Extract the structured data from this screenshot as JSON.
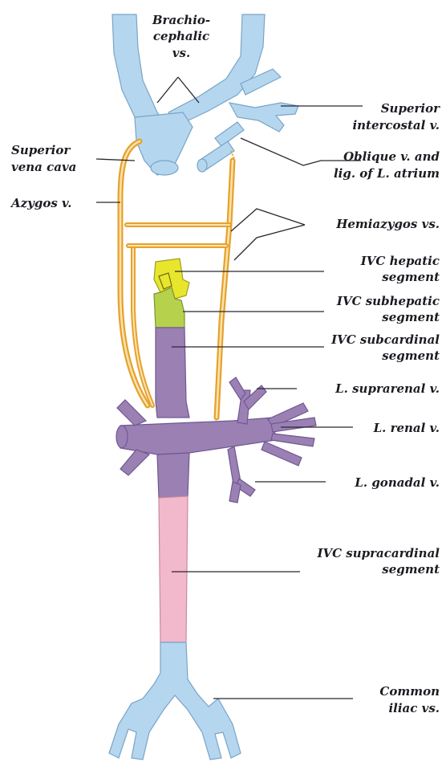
{
  "labels": {
    "brachiocephalic_1": "Brachio-",
    "brachiocephalic_2": "cephalic",
    "brachiocephalic_3": "vs.",
    "sup_intercostal_1": "Superior",
    "sup_intercostal_2": "intercostal v.",
    "svc_1": "Superior",
    "svc_2": "vena cava",
    "oblique_1": "Oblique v. and",
    "oblique_2": "lig. of L. atrium",
    "azygos": "Azygos v.",
    "hemiazygos": "Hemiazygos vs.",
    "ivc_hepatic_1": "IVC hepatic",
    "ivc_hepatic_2": "segment",
    "ivc_subhepatic_1": "IVC subhepatic",
    "ivc_subhepatic_2": "segment",
    "ivc_subcardinal_1": "IVC subcardinal",
    "ivc_subcardinal_2": "segment",
    "l_suprarenal": "L. suprarenal v.",
    "l_renal": "L. renal v.",
    "l_gonadal": "L. gonadal v.",
    "ivc_supracardinal_1": "IVC supracardinal",
    "ivc_supracardinal_2": "segment",
    "common_iliac_1": "Common",
    "common_iliac_2": "iliac vs."
  },
  "colors": {
    "systemic_veins": "#b5d6ef",
    "azygos_system": "#e6a22c",
    "hepatic_segment": "#e8e62c",
    "subhepatic_segment": "#b6d24c",
    "subcardinal_segment": "#9b80b4",
    "supracardinal_segment": "#f2b8cc"
  }
}
